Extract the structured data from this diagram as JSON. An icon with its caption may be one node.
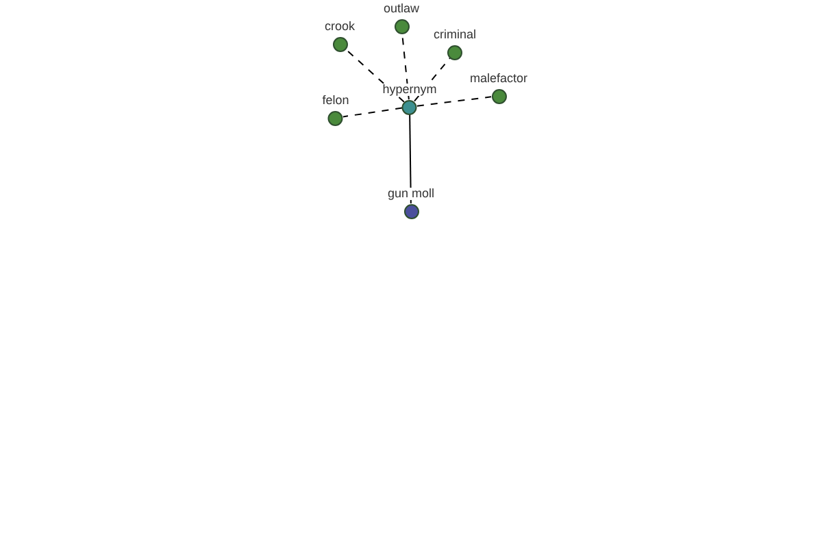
{
  "diagram": {
    "nodes": [
      {
        "text": [
          "hypernym"
        ]
      },
      {
        "text": [
          "gun moll"
        ]
      },
      {
        "text": [
          "crook"
        ]
      },
      {
        "text": [
          "outlaw"
        ]
      },
      {
        "text": [
          "criminal"
        ]
      },
      {
        "text": [
          "malefactor"
        ]
      },
      {
        "text": [
          "felon"
        ]
      }
    ],
    "edges": [
      {
        "from": 0,
        "to": 1,
        "arrow": "none"
      },
      {
        "from": 0,
        "to": 2,
        "arrow": "none",
        "style": "dashed"
      },
      {
        "from": 0,
        "to": 3,
        "arrow": "none",
        "style": "dashed"
      },
      {
        "from": 0,
        "to": 4,
        "arrow": "none",
        "style": "dashed"
      },
      {
        "from": 0,
        "to": 5,
        "arrow": "none",
        "style": "dashed"
      },
      {
        "from": 0,
        "to": 6,
        "arrow": "none",
        "style": "dashed"
      }
    ]
  }
}
